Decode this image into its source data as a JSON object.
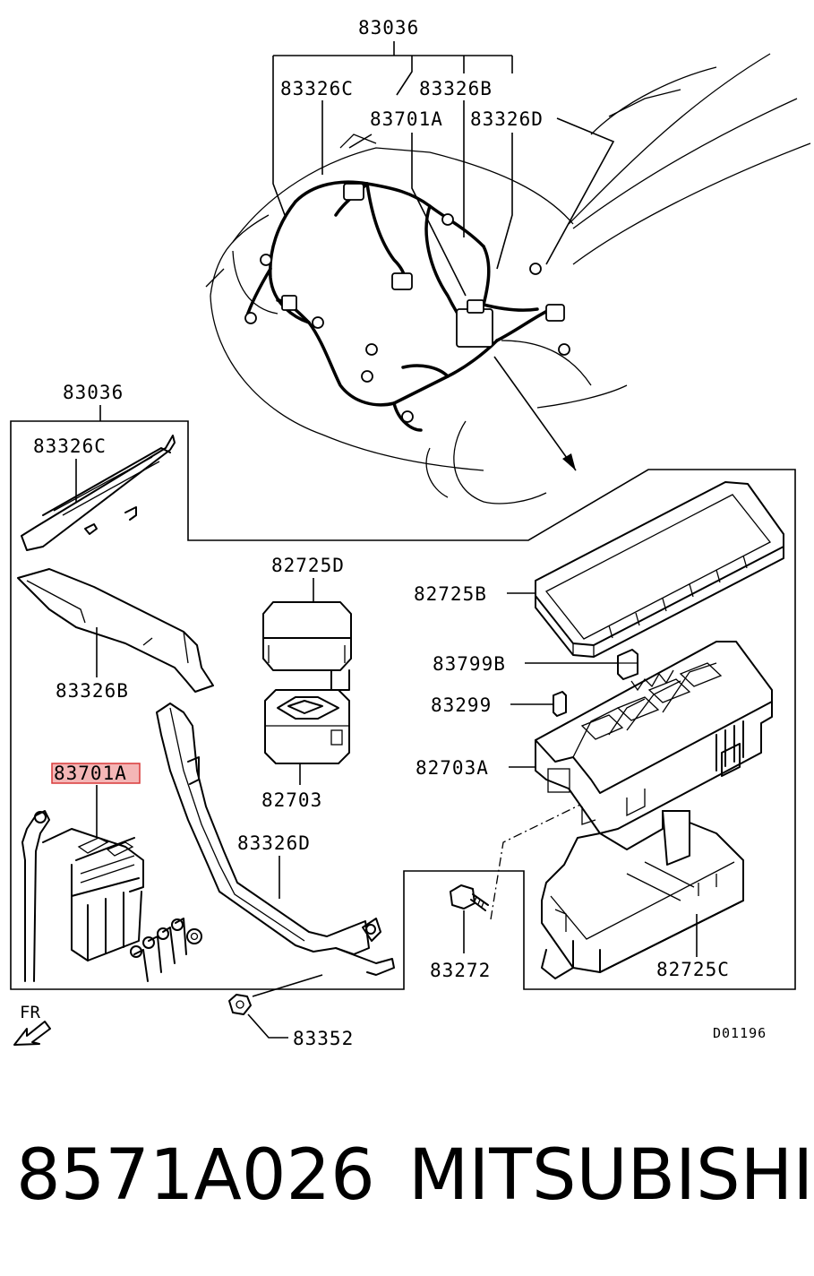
{
  "callouts": {
    "top_harness": "83036",
    "top_83326C": "83326C",
    "top_83326B": "83326B",
    "top_83701A": "83701A",
    "top_83326D": "83326D",
    "box_header": "83036",
    "box_83326C": "83326C",
    "box_83326B": "83326B",
    "relay_cover": "82725D",
    "relay": "82703",
    "fusebox_cover": "82725B",
    "fuse": "83799B",
    "fuse_small": "83299",
    "fusebox": "82703A",
    "selected_part": "83701A",
    "bracket": "83326D",
    "bolt": "83272",
    "fusebox_lower": "82725C",
    "nut": "83352"
  },
  "direction_marker": "FR",
  "diagram_code": "D01196",
  "footer": {
    "part_number": "8571A026",
    "brand": "MITSUBISHI"
  },
  "colors": {
    "line": "#000000",
    "highlight_fill": "#f4b6b6",
    "highlight_border": "#d93a3a"
  }
}
